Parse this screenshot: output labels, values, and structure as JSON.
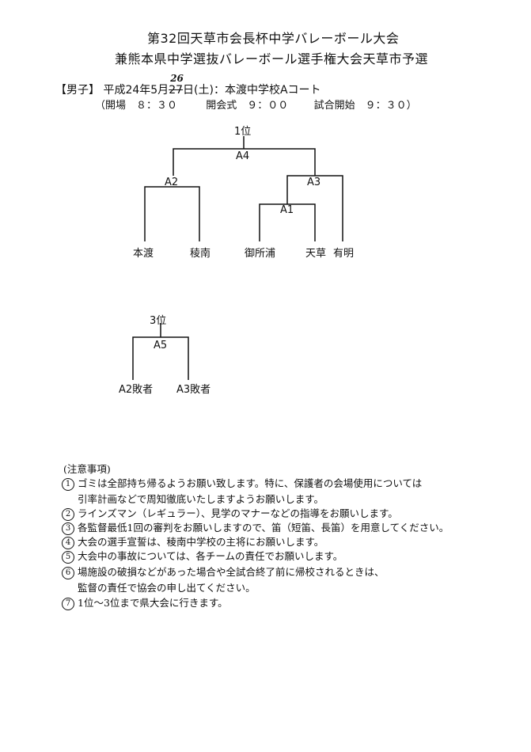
{
  "header": {
    "title1": "第32回天草市会長杯中学バレーボール大会",
    "title2": "兼熊本県中学選抜バレーボール選手権大会天草市予選"
  },
  "event": {
    "division": "【男子】",
    "date_prefix": "平成24年5月",
    "date_printed": "27",
    "date_handwritten": "26",
    "date_suffix": "日(土)：本渡中学校Aコート",
    "schedule_open": "（開場　８：３０",
    "schedule_ceremony": "開会式　９：００",
    "schedule_start": "試合開始　９：３０）"
  },
  "bracket_main": {
    "rank_label": "1位",
    "final": "A4",
    "semi_left": "A2",
    "semi_right": "A3",
    "first_round": "A1",
    "teams": [
      "本渡",
      "稜南",
      "御所浦",
      "天草",
      "有明"
    ]
  },
  "bracket_third": {
    "rank_label": "3位",
    "match": "A5",
    "teams": [
      "A2敗者",
      "A3敗者"
    ]
  },
  "notes": {
    "heading": "(注意事項)",
    "items": [
      {
        "num": "1",
        "lines": [
          "ゴミは全部持ち帰るようお願い致します。特に、保護者の会場使用については",
          "引率計画などで周知徹底いたしますようお願いします。"
        ]
      },
      {
        "num": "2",
        "lines": [
          "ラインズマン（レギュラー）、見学のマナーなどの指導をお願いします。"
        ]
      },
      {
        "num": "3",
        "lines": [
          "各監督最低1回の審判をお願いしますので、笛（短笛、長笛）を用意してください。"
        ]
      },
      {
        "num": "4",
        "lines": [
          "大会の選手宣誓は、稜南中学校の主将にお願いします。"
        ]
      },
      {
        "num": "5",
        "lines": [
          "大会中の事故については、各チームの責任でお願いします。"
        ]
      },
      {
        "num": "6",
        "lines": [
          "場施設の破損などがあった場合や全試合終了前に帰校されるときは、",
          "監督の責任で協会の申し出てください。"
        ]
      },
      {
        "num": "7",
        "lines": [
          "1位〜3位まで県大会に行きます。"
        ]
      }
    ]
  }
}
